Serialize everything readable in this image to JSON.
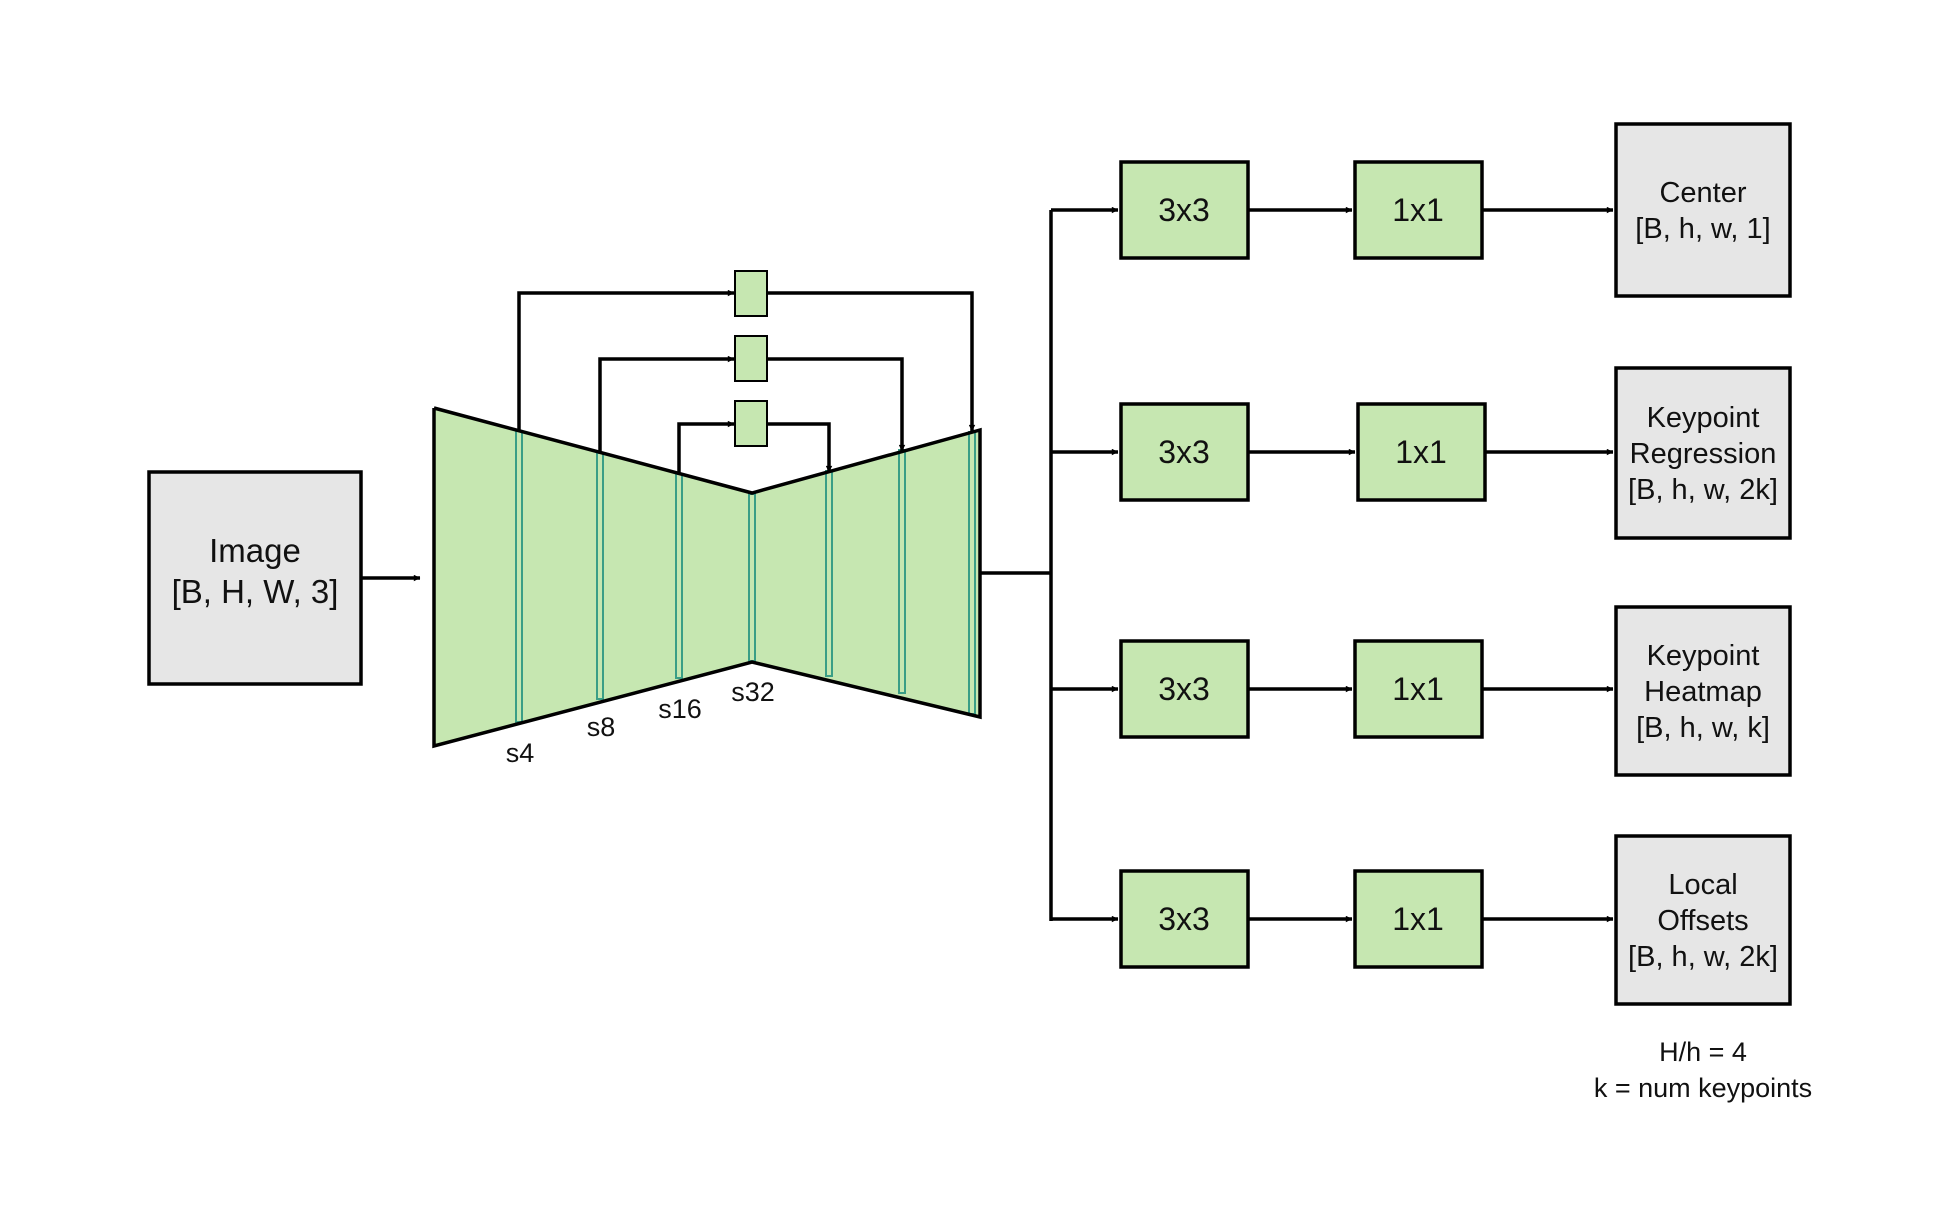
{
  "input": {
    "line1": "Image",
    "line2": "[B, H, W, 3]"
  },
  "strides": [
    "s4",
    "s8",
    "s16",
    "s32"
  ],
  "heads": [
    {
      "conv1": "3x3",
      "conv2": "1x1",
      "out_lines": [
        "Center",
        "[B, h, w, 1]"
      ]
    },
    {
      "conv1": "3x3",
      "conv2": "1x1",
      "out_lines": [
        "Keypoint",
        "Regression",
        "[B, h, w, 2k]"
      ]
    },
    {
      "conv1": "3x3",
      "conv2": "1x1",
      "out_lines": [
        "Keypoint",
        "Heatmap",
        "[B, h, w, k]"
      ]
    },
    {
      "conv1": "3x3",
      "conv2": "1x1",
      "out_lines": [
        "Local",
        "Offsets",
        "[B, h, w, 2k]"
      ]
    }
  ],
  "notes": [
    "H/h = 4",
    "k = num keypoints"
  ],
  "colors": {
    "block_green": "#c6e7b1",
    "box_gray": "#e6e6e6",
    "slice_stroke": "#3a9e86"
  }
}
